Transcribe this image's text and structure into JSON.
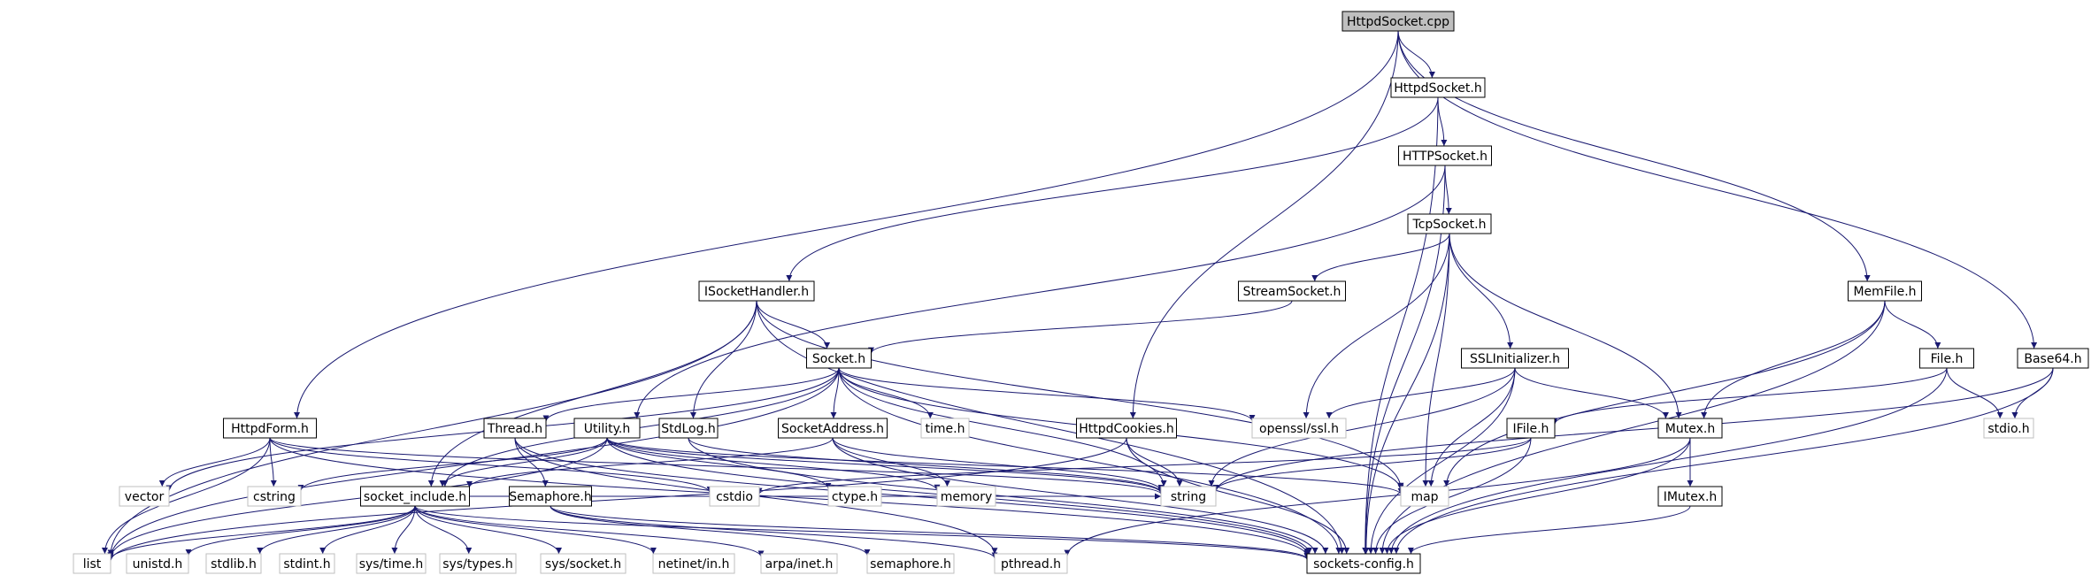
{
  "colors": {
    "edge": "#191970",
    "node_border": "#000000",
    "external_border": "#bfbfbf",
    "root_fill": "#bfbfbf",
    "node_fill": "#ffffff"
  },
  "nodes": [
    {
      "id": "httpdsocket_cpp",
      "label": "HttpdSocket.cpp",
      "kind": "root"
    },
    {
      "id": "httpdsocket_h",
      "label": "HttpdSocket.h",
      "kind": "header"
    },
    {
      "id": "httpsocket_h",
      "label": "HTTPSocket.h",
      "kind": "header"
    },
    {
      "id": "tcpsocket_h",
      "label": "TcpSocket.h",
      "kind": "header"
    },
    {
      "id": "isockethandler_h",
      "label": "ISocketHandler.h",
      "kind": "header"
    },
    {
      "id": "streamsocket_h",
      "label": "StreamSocket.h",
      "kind": "header"
    },
    {
      "id": "memfile_h",
      "label": "MemFile.h",
      "kind": "header"
    },
    {
      "id": "socket_h",
      "label": "Socket.h",
      "kind": "header"
    },
    {
      "id": "sslinitializer_h",
      "label": "SSLInitializer.h",
      "kind": "header"
    },
    {
      "id": "file_h",
      "label": "File.h",
      "kind": "header"
    },
    {
      "id": "base64_h",
      "label": "Base64.h",
      "kind": "header"
    },
    {
      "id": "httpdform_h",
      "label": "HttpdForm.h",
      "kind": "header"
    },
    {
      "id": "thread_h",
      "label": "Thread.h",
      "kind": "header"
    },
    {
      "id": "utility_h",
      "label": "Utility.h",
      "kind": "header"
    },
    {
      "id": "stdlog_h",
      "label": "StdLog.h",
      "kind": "header"
    },
    {
      "id": "socketaddress_h",
      "label": "SocketAddress.h",
      "kind": "header"
    },
    {
      "id": "time_h",
      "label": "time.h",
      "kind": "external"
    },
    {
      "id": "httpdcookies_h",
      "label": "HttpdCookies.h",
      "kind": "header"
    },
    {
      "id": "openssl_ssl_h",
      "label": "openssl/ssl.h",
      "kind": "external"
    },
    {
      "id": "ifile_h",
      "label": "IFile.h",
      "kind": "header"
    },
    {
      "id": "mutex_h",
      "label": "Mutex.h",
      "kind": "header"
    },
    {
      "id": "stdio_h",
      "label": "stdio.h",
      "kind": "external"
    },
    {
      "id": "vector",
      "label": "vector",
      "kind": "external"
    },
    {
      "id": "cstring",
      "label": "cstring",
      "kind": "external"
    },
    {
      "id": "socket_include_h",
      "label": "socket_include.h",
      "kind": "header"
    },
    {
      "id": "semaphore_h_cap",
      "label": "Semaphore.h",
      "kind": "header"
    },
    {
      "id": "cstdio",
      "label": "cstdio",
      "kind": "external"
    },
    {
      "id": "ctype_h",
      "label": "ctype.h",
      "kind": "external"
    },
    {
      "id": "memory",
      "label": "memory",
      "kind": "external"
    },
    {
      "id": "string",
      "label": "string",
      "kind": "external"
    },
    {
      "id": "map",
      "label": "map",
      "kind": "external"
    },
    {
      "id": "imutex_h",
      "label": "IMutex.h",
      "kind": "header"
    },
    {
      "id": "list",
      "label": "list",
      "kind": "external"
    },
    {
      "id": "unistd_h",
      "label": "unistd.h",
      "kind": "external"
    },
    {
      "id": "stdlib_h",
      "label": "stdlib.h",
      "kind": "external"
    },
    {
      "id": "stdint_h",
      "label": "stdint.h",
      "kind": "external"
    },
    {
      "id": "sys_time_h",
      "label": "sys/time.h",
      "kind": "external"
    },
    {
      "id": "sys_types_h",
      "label": "sys/types.h",
      "kind": "external"
    },
    {
      "id": "sys_socket_h",
      "label": "sys/socket.h",
      "kind": "external"
    },
    {
      "id": "netinet_in_h",
      "label": "netinet/in.h",
      "kind": "external"
    },
    {
      "id": "arpa_inet_h",
      "label": "arpa/inet.h",
      "kind": "external"
    },
    {
      "id": "semaphore_h",
      "label": "semaphore.h",
      "kind": "external"
    },
    {
      "id": "pthread_h",
      "label": "pthread.h",
      "kind": "external"
    },
    {
      "id": "sockets_config_h",
      "label": "sockets-config.h",
      "kind": "header"
    }
  ],
  "edges": [
    [
      "httpdsocket_cpp",
      "httpdsocket_h"
    ],
    [
      "httpdsocket_cpp",
      "memfile_h"
    ],
    [
      "httpdsocket_cpp",
      "base64_h"
    ],
    [
      "httpdsocket_cpp",
      "httpdform_h"
    ],
    [
      "httpdsocket_cpp",
      "httpdcookies_h"
    ],
    [
      "httpdsocket_h",
      "httpsocket_h"
    ],
    [
      "httpdsocket_h",
      "isockethandler_h"
    ],
    [
      "httpdsocket_h",
      "sockets_config_h"
    ],
    [
      "httpsocket_h",
      "tcpsocket_h"
    ],
    [
      "httpsocket_h",
      "utility_h"
    ],
    [
      "httpsocket_h",
      "sockets_config_h"
    ],
    [
      "tcpsocket_h",
      "streamsocket_h"
    ],
    [
      "tcpsocket_h",
      "sslinitializer_h"
    ],
    [
      "tcpsocket_h",
      "openssl_ssl_h"
    ],
    [
      "tcpsocket_h",
      "mutex_h"
    ],
    [
      "tcpsocket_h",
      "map"
    ],
    [
      "tcpsocket_h",
      "sockets_config_h"
    ],
    [
      "streamsocket_h",
      "socket_h"
    ],
    [
      "isockethandler_h",
      "socket_h"
    ],
    [
      "isockethandler_h",
      "stdlog_h"
    ],
    [
      "isockethandler_h",
      "list"
    ],
    [
      "isockethandler_h",
      "socket_include_h"
    ],
    [
      "isockethandler_h",
      "map"
    ],
    [
      "isockethandler_h",
      "sockets_config_h"
    ],
    [
      "socket_h",
      "thread_h"
    ],
    [
      "socket_h",
      "socketaddress_h"
    ],
    [
      "socket_h",
      "time_h"
    ],
    [
      "socket_h",
      "openssl_ssl_h"
    ],
    [
      "socket_h",
      "socket_include_h"
    ],
    [
      "socket_h",
      "vector"
    ],
    [
      "socket_h",
      "list"
    ],
    [
      "socket_h",
      "string"
    ],
    [
      "socket_h",
      "sockets_config_h"
    ],
    [
      "socket_h",
      "map"
    ],
    [
      "memfile_h",
      "file_h"
    ],
    [
      "memfile_h",
      "mutex_h"
    ],
    [
      "memfile_h",
      "map"
    ],
    [
      "memfile_h",
      "sockets_config_h"
    ],
    [
      "file_h",
      "ifile_h"
    ],
    [
      "file_h",
      "stdio_h"
    ],
    [
      "file_h",
      "sockets_config_h"
    ],
    [
      "base64_h",
      "stdio_h"
    ],
    [
      "base64_h",
      "string"
    ],
    [
      "base64_h",
      "sockets_config_h"
    ],
    [
      "sslinitializer_h",
      "openssl_ssl_h"
    ],
    [
      "sslinitializer_h",
      "mutex_h"
    ],
    [
      "sslinitializer_h",
      "string"
    ],
    [
      "sslinitializer_h",
      "map"
    ],
    [
      "sslinitializer_h",
      "sockets_config_h"
    ],
    [
      "httpdform_h",
      "vector"
    ],
    [
      "httpdform_h",
      "cstring"
    ],
    [
      "httpdform_h",
      "list"
    ],
    [
      "httpdform_h",
      "string"
    ],
    [
      "httpdform_h",
      "cstdio"
    ],
    [
      "httpdform_h",
      "sockets_config_h"
    ],
    [
      "thread_h",
      "semaphore_h_cap"
    ],
    [
      "thread_h",
      "sockets_config_h"
    ],
    [
      "thread_h",
      "pthread_h"
    ],
    [
      "utility_h",
      "socket_include_h"
    ],
    [
      "utility_h",
      "cstring"
    ],
    [
      "utility_h",
      "ctype_h"
    ],
    [
      "utility_h",
      "memory"
    ],
    [
      "utility_h",
      "string"
    ],
    [
      "utility_h",
      "map"
    ],
    [
      "utility_h",
      "list"
    ],
    [
      "utility_h",
      "sockets_config_h"
    ],
    [
      "stdlog_h",
      "string"
    ],
    [
      "stdlog_h",
      "sockets_config_h"
    ],
    [
      "socketaddress_h",
      "socket_include_h"
    ],
    [
      "socketaddress_h",
      "memory"
    ],
    [
      "socketaddress_h",
      "string"
    ],
    [
      "socketaddress_h",
      "sockets_config_h"
    ],
    [
      "httpdcookies_h",
      "list"
    ],
    [
      "httpdcookies_h",
      "string"
    ],
    [
      "httpdcookies_h",
      "sockets_config_h"
    ],
    [
      "ifile_h",
      "string"
    ],
    [
      "ifile_h",
      "cstdio"
    ],
    [
      "ifile_h",
      "sockets_config_h"
    ],
    [
      "mutex_h",
      "imutex_h"
    ],
    [
      "mutex_h",
      "pthread_h"
    ],
    [
      "mutex_h",
      "sockets_config_h"
    ],
    [
      "imutex_h",
      "sockets_config_h"
    ],
    [
      "semaphore_h_cap",
      "semaphore_h"
    ],
    [
      "semaphore_h_cap",
      "pthread_h"
    ],
    [
      "semaphore_h_cap",
      "sockets_config_h"
    ],
    [
      "socket_include_h",
      "list"
    ],
    [
      "socket_include_h",
      "unistd_h"
    ],
    [
      "socket_include_h",
      "stdlib_h"
    ],
    [
      "socket_include_h",
      "stdint_h"
    ],
    [
      "socket_include_h",
      "sys_time_h"
    ],
    [
      "socket_include_h",
      "sys_types_h"
    ],
    [
      "socket_include_h",
      "sys_socket_h"
    ],
    [
      "socket_include_h",
      "netinet_in_h"
    ],
    [
      "socket_include_h",
      "arpa_inet_h"
    ],
    [
      "socket_include_h",
      "string"
    ],
    [
      "socket_include_h",
      "sockets_config_h"
    ]
  ]
}
